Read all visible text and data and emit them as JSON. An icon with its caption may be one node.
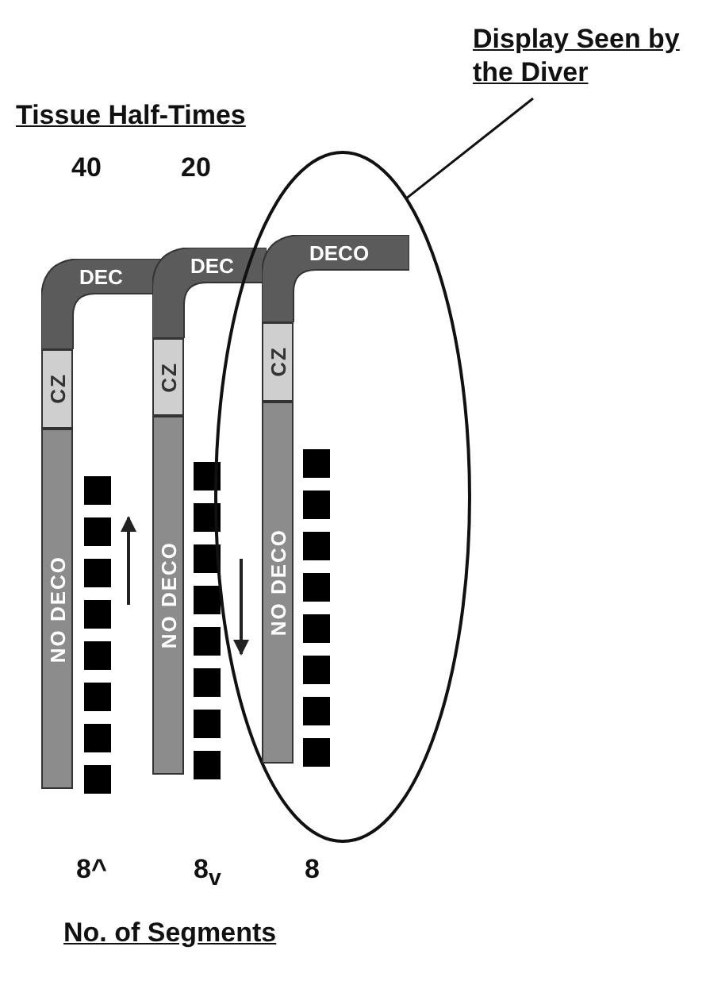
{
  "diagram": {
    "nodes": [
      {
        "text": [
          "Display Seen by the Diver"
        ]
      },
      {
        "text": [
          "DEC"
        ]
      },
      {
        "text": [
          "CZ"
        ]
      },
      {
        "text": [
          "NO DECO"
        ]
      },
      {
        "text": [
          "DEC"
        ]
      },
      {
        "text": [
          "CZ"
        ]
      },
      {
        "text": [
          "NO DECO"
        ]
      },
      {
        "text": [],
        "shape": "ellipse"
      },
      {
        "text": [
          "DECO"
        ],
        "in": 7
      },
      {
        "text": [
          "CZ"
        ],
        "in": 7
      },
      {
        "text": [
          "NO DECO"
        ],
        "in": 7
      }
    ],
    "edges": [
      {
        "from": 0,
        "to": 7,
        "arrow": "none"
      }
    ],
    "labels": [
      "Tissue Half-Times",
      "40",
      "20",
      "8^",
      "8$_{v}$",
      "8",
      "No. of Segments"
    ]
  }
}
